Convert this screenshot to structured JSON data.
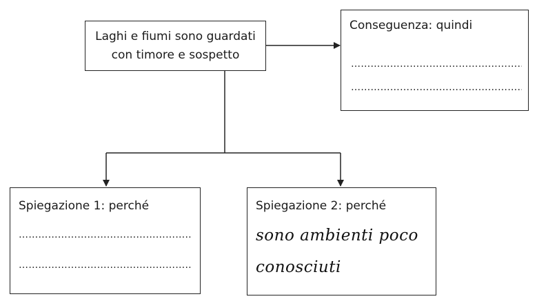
{
  "main_box": {
    "line1": "Laghi e fiumi sono guardati",
    "line2": "con timore e sospetto"
  },
  "consequence_box": {
    "label": "Conseguenza: quindi",
    "dots1": "……………………………………………………….",
    "dots2": "……………………………………………………….."
  },
  "explanation1_box": {
    "label": "Spiegazione 1: perché",
    "dots1": "……………………………………………………….",
    "dots2": "……………………………………………………….."
  },
  "explanation2_box": {
    "label": "Spiegazione 2: perché",
    "answer_line1": "sono ambienti poco",
    "answer_line2": "conosciuti"
  }
}
